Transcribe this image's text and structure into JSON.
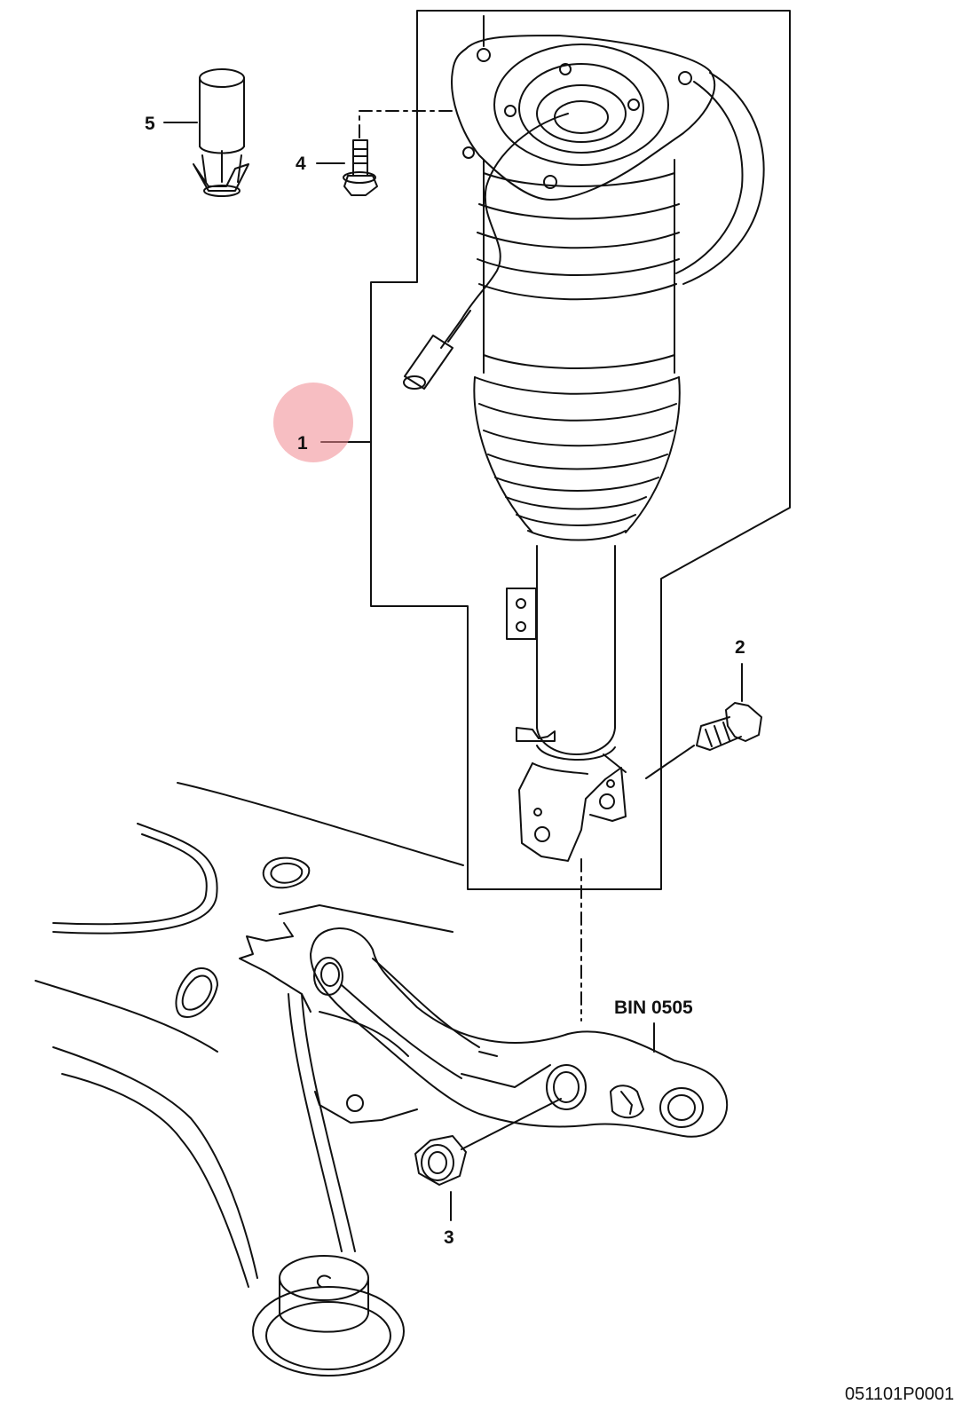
{
  "callouts": {
    "part_1": "1",
    "part_2": "2",
    "part_3": "3",
    "part_4": "4",
    "part_5": "5",
    "group_ref": "BIN 0505"
  },
  "drawing_number": "051101P0001",
  "colors": {
    "line": "#111111",
    "highlight": "#f08890",
    "background": "#ffffff"
  },
  "highlighted_callout": "1"
}
